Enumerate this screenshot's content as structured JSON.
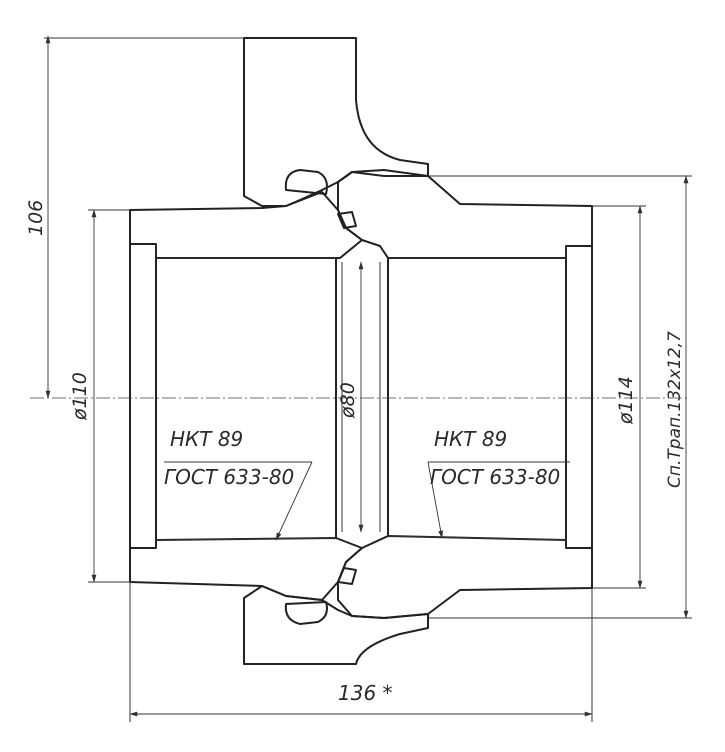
{
  "dimensions": {
    "height_flange": "106",
    "dia_outer_left": "ø110",
    "dia_bore": "ø80",
    "dia_outer_right": "ø114",
    "thread": "Сп.Трап.132x12,7",
    "length": "136 *"
  },
  "callouts": {
    "left_title": "НКТ 89",
    "left_standard": "ГОСТ 633-80",
    "right_title": "НКТ 89",
    "right_standard": "ГОСТ 633-80"
  }
}
